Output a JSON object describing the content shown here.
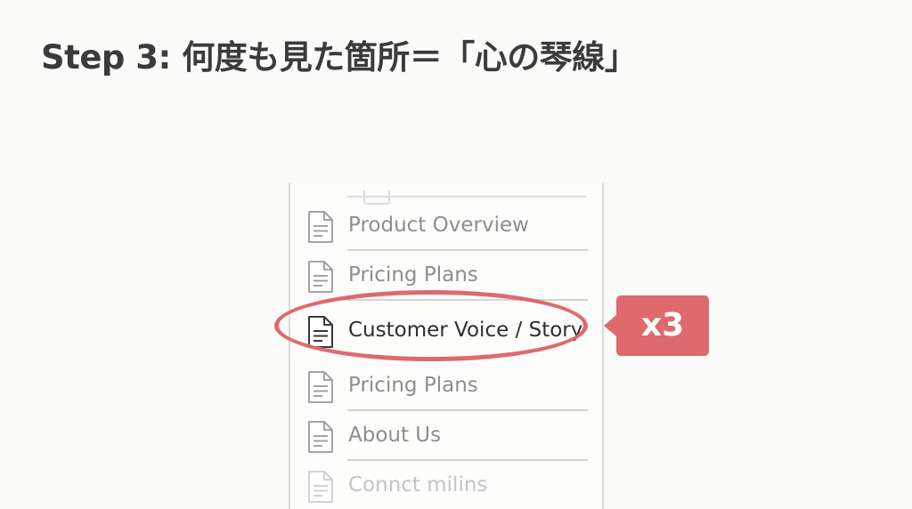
{
  "slide": {
    "title": "Step 3: 何度も見た箇所＝「心の琴線」"
  },
  "page_list": {
    "items": [
      {
        "label": "Product Overview",
        "icon": "document-icon",
        "state": "normal"
      },
      {
        "label": "Pricing Plans",
        "icon": "document-icon",
        "state": "normal"
      },
      {
        "label": "Customer Voice / Story",
        "icon": "document-icon",
        "state": "highlighted"
      },
      {
        "label": "Pricing Plans",
        "icon": "document-icon",
        "state": "normal"
      },
      {
        "label": "About Us",
        "icon": "document-icon",
        "state": "normal"
      },
      {
        "label": "Connct milins",
        "icon": "document-icon",
        "state": "faded"
      }
    ]
  },
  "highlight": {
    "badge_text": "x3",
    "color": "#de6a6d"
  },
  "colors": {
    "background": "#fbfbfa",
    "title": "#3b3b3b",
    "label": "#8e8e8e",
    "label_active": "#2f2f2f",
    "accent": "#de6a6d"
  }
}
